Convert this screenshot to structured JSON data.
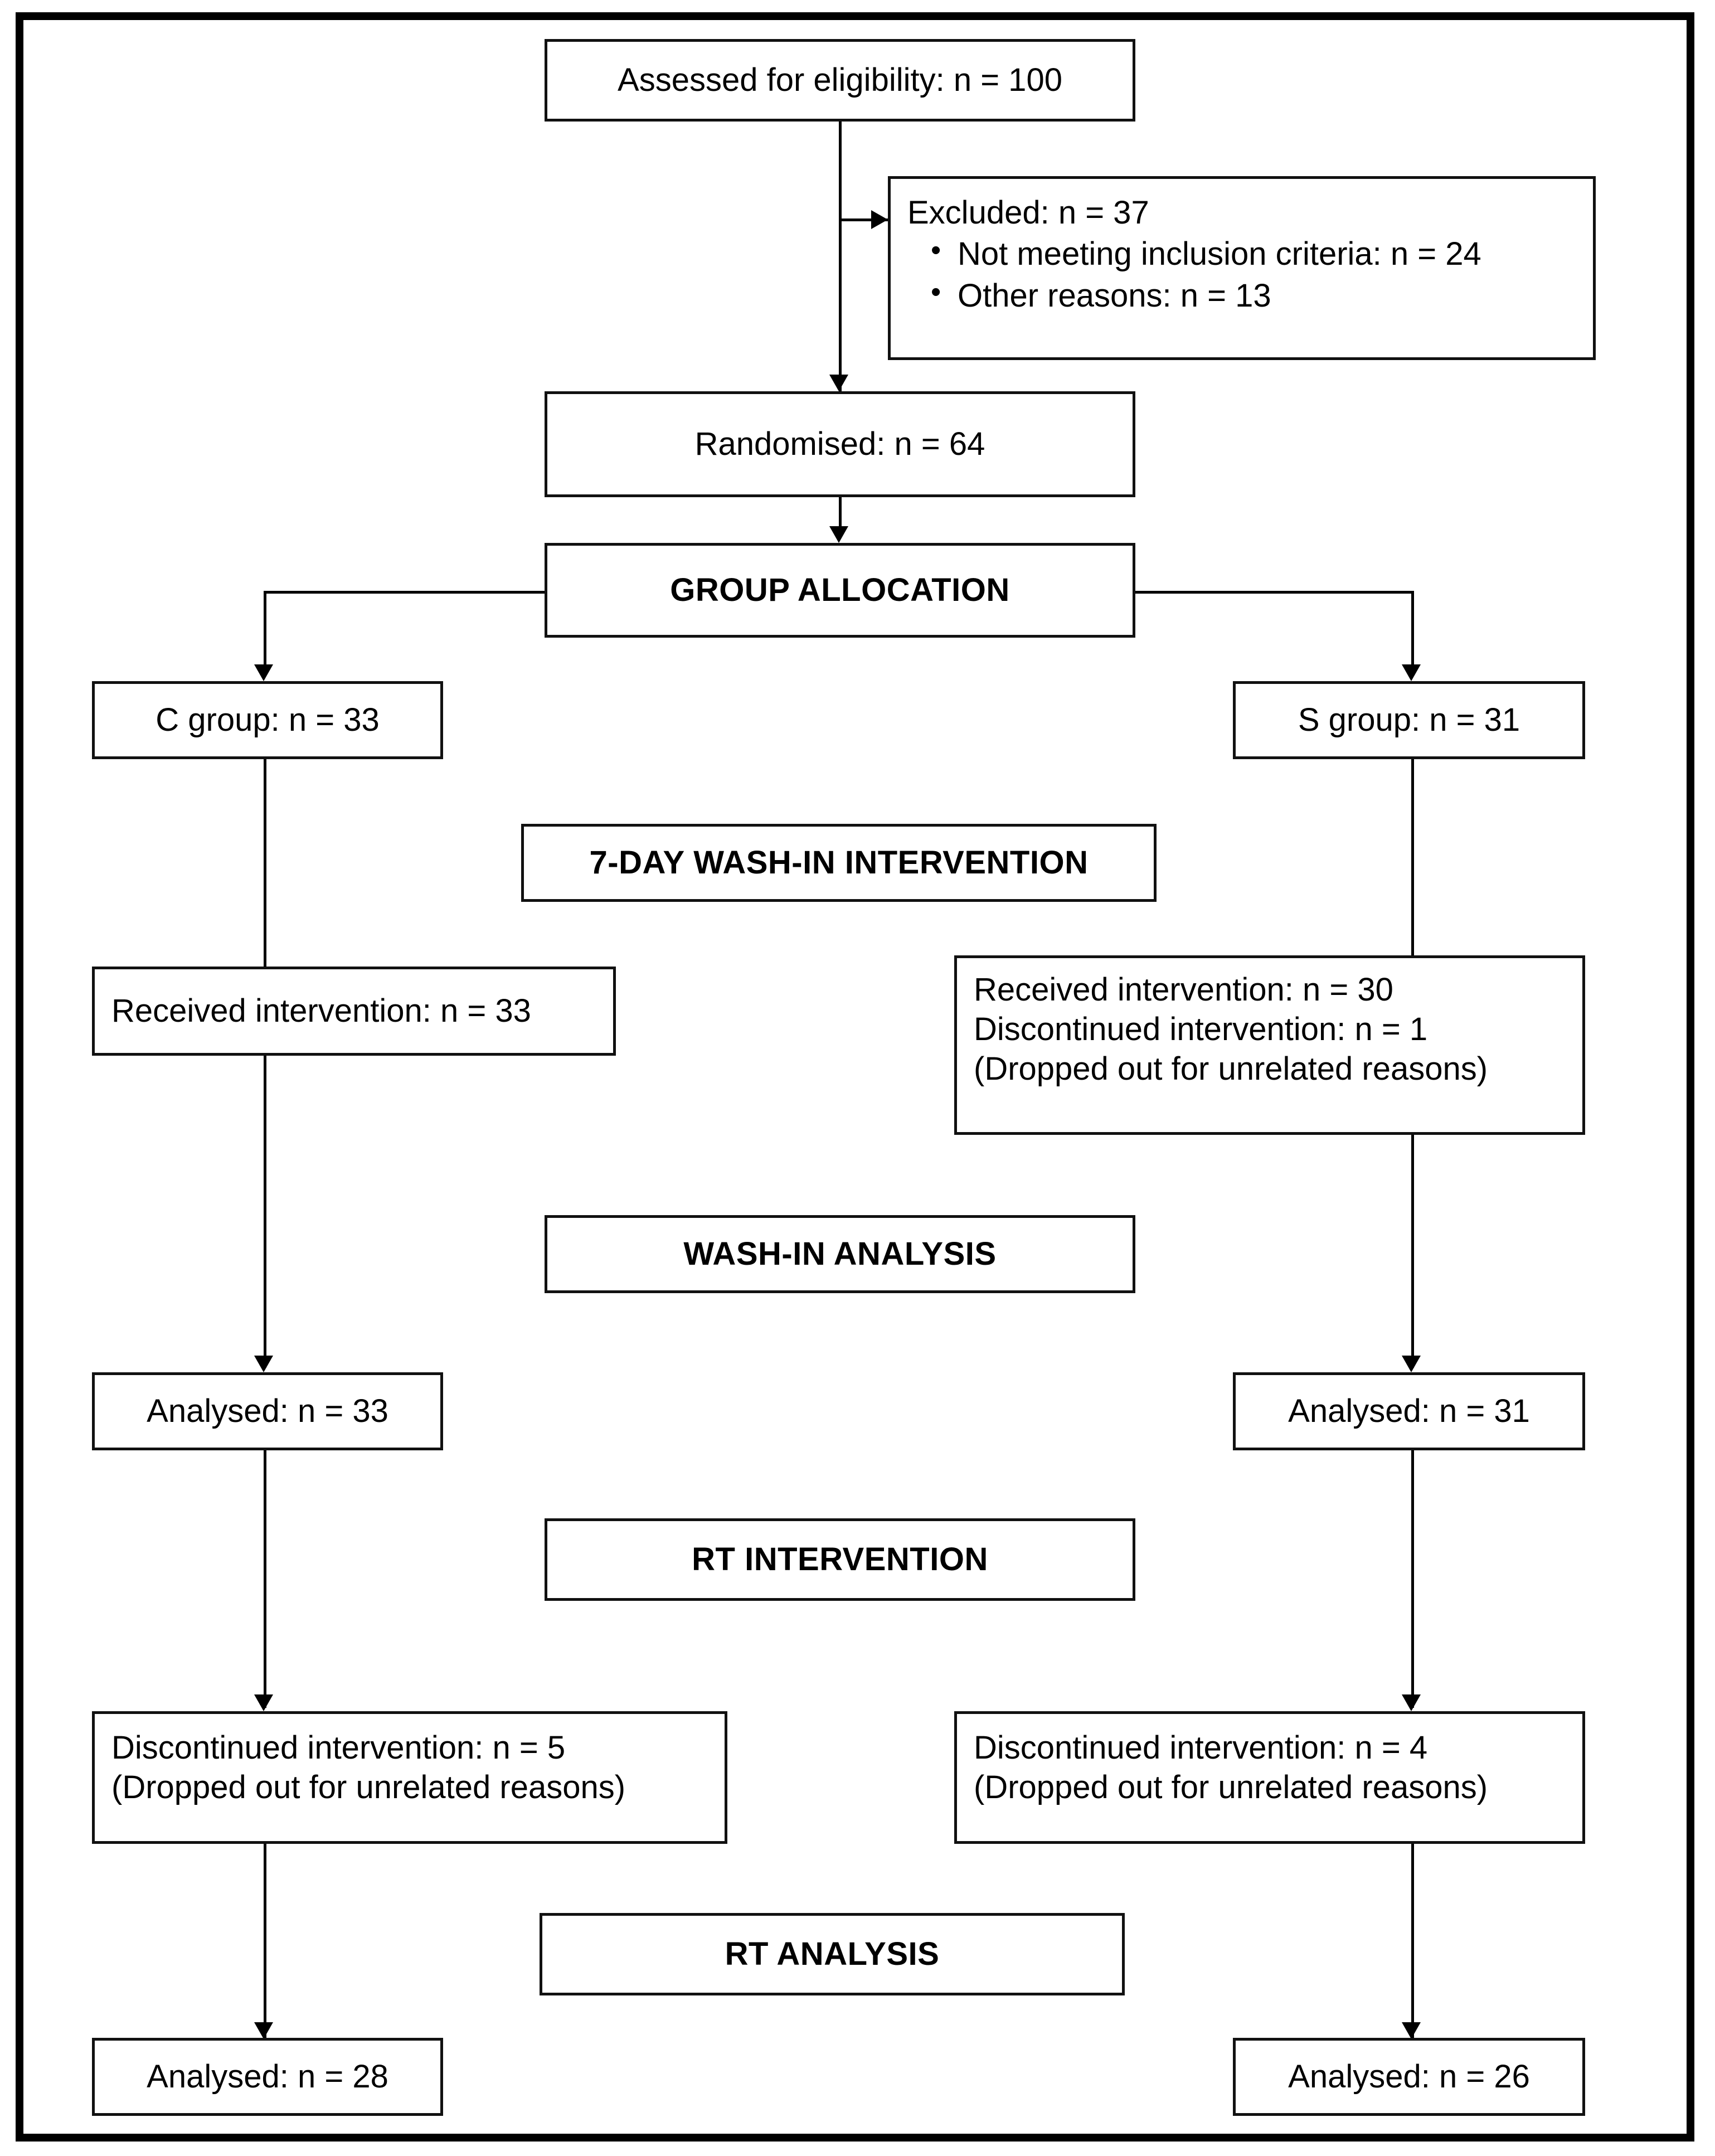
{
  "diagram": {
    "title": "CONSORT participant flow diagram",
    "colors": {
      "frame": "#000000",
      "box_border": "#111111",
      "background": "#ffffff",
      "text": "#000000"
    },
    "nodes": {
      "assessed": {
        "text": "Assessed for eligibility: n = 100"
      },
      "excluded": {
        "heading": "Excluded: n = 37",
        "reasons": [
          "Not meeting inclusion criteria: n = 24",
          "Other reasons: n = 13"
        ]
      },
      "randomised": {
        "text": "Randomised: n = 64"
      },
      "group_allocation": {
        "text": "GROUP ALLOCATION"
      },
      "c_group": {
        "text": "C group: n = 33"
      },
      "s_group": {
        "text": "S group: n = 31"
      },
      "washin_intervention": {
        "text": "7-DAY WASH-IN INTERVENTION"
      },
      "c_received": {
        "line1": "Received intervention: n = 33"
      },
      "s_received": {
        "line1": "Received intervention: n = 30",
        "line2": "Discontinued intervention: n = 1",
        "line3": "(Dropped out for unrelated reasons)"
      },
      "washin_analysis": {
        "text": "WASH-IN ANALYSIS"
      },
      "c_analysed_washin": {
        "text": "Analysed: n = 33"
      },
      "s_analysed_washin": {
        "text": "Analysed: n = 31"
      },
      "rt_intervention": {
        "text": "RT INTERVENTION"
      },
      "c_discontinued": {
        "line1": "Discontinued intervention: n = 5",
        "line2": "(Dropped out for unrelated reasons)"
      },
      "s_discontinued": {
        "line1": "Discontinued intervention: n = 4",
        "line2": "(Dropped out for unrelated reasons)"
      },
      "rt_analysis": {
        "text": "RT ANALYSIS"
      },
      "c_analysed_rt": {
        "text": "Analysed: n = 28"
      },
      "s_analysed_rt": {
        "text": "Analysed: n = 26"
      }
    }
  },
  "chart_data": {
    "type": "diagram",
    "title": "CONSORT participant flow diagram",
    "nodes": [
      {
        "id": "assessed",
        "label": "Assessed for eligibility: n = 100",
        "n": 100,
        "stage": "enrollment"
      },
      {
        "id": "excluded",
        "label": "Excluded: n = 37",
        "n": 37,
        "stage": "enrollment",
        "breakdown": [
          {
            "label": "Not meeting inclusion criteria",
            "n": 24
          },
          {
            "label": "Other reasons",
            "n": 13
          }
        ]
      },
      {
        "id": "randomised",
        "label": "Randomised: n = 64",
        "n": 64,
        "stage": "randomisation"
      },
      {
        "id": "group_allocation",
        "label": "GROUP ALLOCATION",
        "stage": "allocation-header"
      },
      {
        "id": "c_group",
        "label": "C group: n = 33",
        "n": 33,
        "arm": "C",
        "stage": "allocation"
      },
      {
        "id": "s_group",
        "label": "S group: n = 31",
        "n": 31,
        "arm": "S",
        "stage": "allocation"
      },
      {
        "id": "washin_intervention",
        "label": "7-DAY WASH-IN INTERVENTION",
        "stage": "intervention-header"
      },
      {
        "id": "c_received",
        "label": "Received intervention: n = 33",
        "n": 33,
        "arm": "C",
        "stage": "washin-followup"
      },
      {
        "id": "s_received",
        "label": "Received intervention: n = 30; Discontinued intervention: n = 1 (Dropped out for unrelated reasons)",
        "n": 30,
        "discontinued": 1,
        "arm": "S",
        "stage": "washin-followup"
      },
      {
        "id": "washin_analysis",
        "label": "WASH-IN ANALYSIS",
        "stage": "analysis-header"
      },
      {
        "id": "c_analysed_washin",
        "label": "Analysed: n = 33",
        "n": 33,
        "arm": "C",
        "stage": "washin-analysis"
      },
      {
        "id": "s_analysed_washin",
        "label": "Analysed: n = 31",
        "n": 31,
        "arm": "S",
        "stage": "washin-analysis"
      },
      {
        "id": "rt_intervention",
        "label": "RT INTERVENTION",
        "stage": "intervention-header"
      },
      {
        "id": "c_discontinued",
        "label": "Discontinued intervention: n = 5 (Dropped out for unrelated reasons)",
        "discontinued": 5,
        "arm": "C",
        "stage": "rt-followup"
      },
      {
        "id": "s_discontinued",
        "label": "Discontinued intervention: n = 4 (Dropped out for unrelated reasons)",
        "discontinued": 4,
        "arm": "S",
        "stage": "rt-followup"
      },
      {
        "id": "rt_analysis",
        "label": "RT ANALYSIS",
        "stage": "analysis-header"
      },
      {
        "id": "c_analysed_rt",
        "label": "Analysed: n = 28",
        "n": 28,
        "arm": "C",
        "stage": "rt-analysis"
      },
      {
        "id": "s_analysed_rt",
        "label": "Analysed: n = 26",
        "n": 26,
        "arm": "S",
        "stage": "rt-analysis"
      }
    ],
    "edges": [
      {
        "from": "assessed",
        "to": "excluded"
      },
      {
        "from": "assessed",
        "to": "randomised"
      },
      {
        "from": "randomised",
        "to": "group_allocation"
      },
      {
        "from": "group_allocation",
        "to": "c_group"
      },
      {
        "from": "group_allocation",
        "to": "s_group"
      },
      {
        "from": "c_group",
        "to": "c_received"
      },
      {
        "from": "s_group",
        "to": "s_received"
      },
      {
        "from": "c_received",
        "to": "c_analysed_washin"
      },
      {
        "from": "s_received",
        "to": "s_analysed_washin"
      },
      {
        "from": "c_analysed_washin",
        "to": "c_discontinued"
      },
      {
        "from": "s_analysed_washin",
        "to": "s_discontinued"
      },
      {
        "from": "c_discontinued",
        "to": "c_analysed_rt"
      },
      {
        "from": "s_discontinued",
        "to": "s_analysed_rt"
      }
    ]
  }
}
